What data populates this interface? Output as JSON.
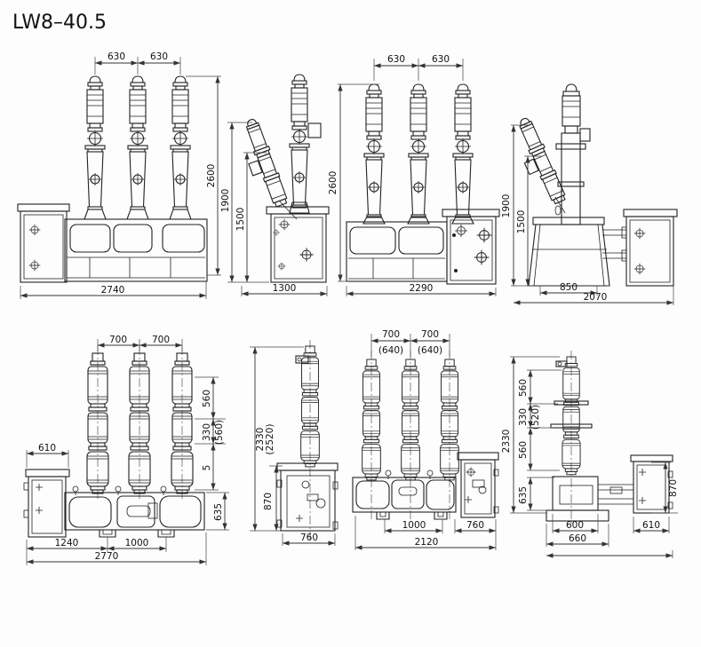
{
  "title": "LW8–40.5",
  "views": {
    "v1": {
      "dims": {
        "sp_l": "630",
        "sp_r": "630",
        "h": "2600",
        "w": "2740"
      }
    },
    "v2": {
      "dims": {
        "h1": "1900",
        "h2": "1500",
        "w": "1300"
      }
    },
    "v3": {
      "dims": {
        "sp_l": "630",
        "sp_r": "630",
        "h": "2600",
        "w": "2290"
      }
    },
    "v4": {
      "dims": {
        "h1": "1900",
        "h2": "1500",
        "base_w": "850",
        "w": "2070"
      }
    },
    "v5": {
      "dims": {
        "sp_l": "700",
        "sp_r": "700",
        "cab_w": "610",
        "ins_top": "560",
        "ins_mid": "330",
        "ins_mid_alt": "(560)",
        "gap": "5",
        "base_h": "635",
        "span_left": "1240",
        "span_mid": "1000",
        "w": "2770"
      }
    },
    "v6": {
      "dims": {
        "h": "2330",
        "h_alt": "(2520)",
        "cab_h": "870",
        "w": "760"
      }
    },
    "v7": {
      "dims": {
        "sp_l": "700",
        "sp_r": "700",
        "sp_l_alt": "(640)",
        "sp_r_alt": "(640)",
        "span_mid": "1000",
        "w": "2120",
        "cab_w": "760"
      }
    },
    "v8": {
      "dims": {
        "h": "2330",
        "ins_top": "560",
        "ins_mid": "330",
        "ins_mid_alt": "(520)",
        "ins_low": "560",
        "base_h": "635",
        "base_w_in": "600",
        "base_w_out": "660",
        "cab_w": "610",
        "cab_h": "870"
      }
    }
  }
}
